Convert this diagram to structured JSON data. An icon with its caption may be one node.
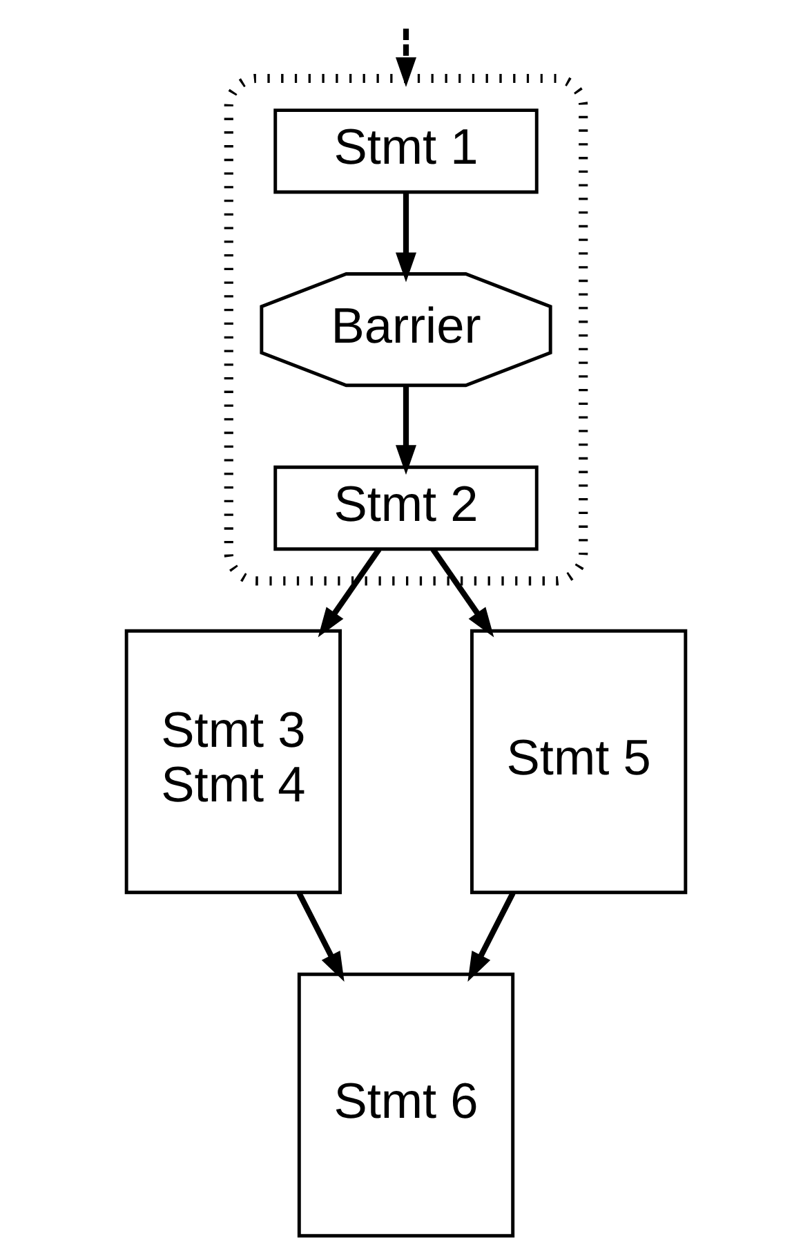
{
  "diagram": {
    "nodes": [
      {
        "text": [],
        "shape": "box"
      },
      {
        "text": [
          "Stmt 1"
        ],
        "in": 0
      },
      {
        "text": [
          "Barrier"
        ],
        "in": 0
      },
      {
        "text": [
          "Stmt 2"
        ],
        "in": 0
      },
      {
        "text": [
          "Stmt 3",
          "Stmt 4"
        ]
      },
      {
        "text": [
          "Stmt 5"
        ]
      },
      {
        "text": [
          "Stmt 6"
        ]
      }
    ],
    "edges": [
      {
        "from": null,
        "to": 0,
        "arrow": "to",
        "style": "dashed"
      },
      {
        "from": 1,
        "to": 2,
        "arrow": "to"
      },
      {
        "from": 2,
        "to": 3,
        "arrow": "to"
      },
      {
        "from": 3,
        "to": 4,
        "arrow": "to"
      },
      {
        "from": 3,
        "to": 5,
        "arrow": "to"
      },
      {
        "from": 4,
        "to": 6,
        "arrow": "to"
      },
      {
        "from": 5,
        "to": 6,
        "arrow": "to"
      }
    ]
  }
}
